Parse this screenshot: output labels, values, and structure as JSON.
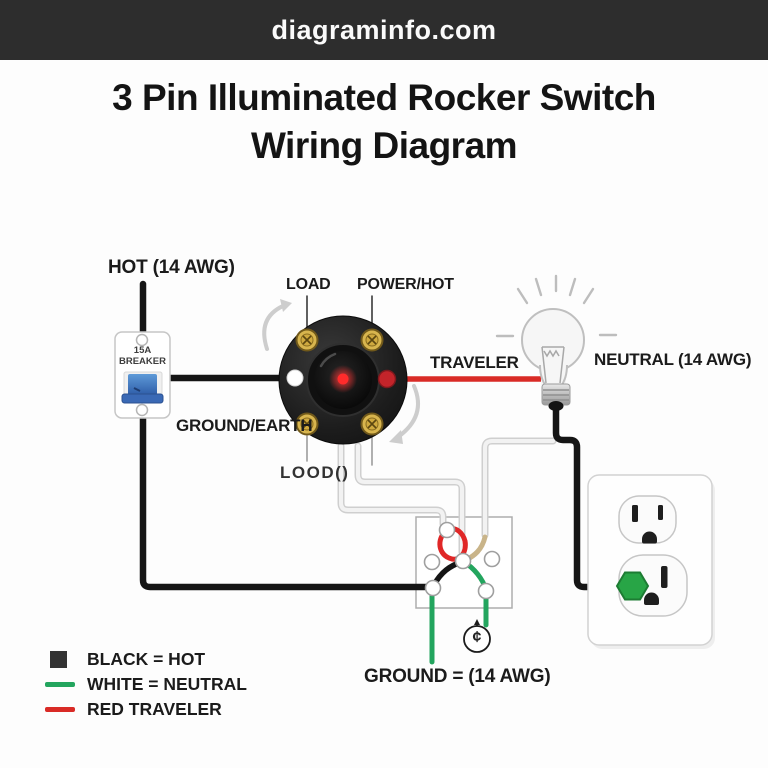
{
  "header": {
    "site": "diagraminfo.com"
  },
  "title": {
    "line1": "3 Pin Illuminated Rocker Switch",
    "line2": "Wiring Diagram"
  },
  "labels": {
    "hot": "HOT (14 AWG)",
    "load": "LOAD",
    "power_hot": "POWER/HOT",
    "ground_earth": "GROUND/EARTH",
    "load_garbled": "LOOD()",
    "traveler": "TRAVELER",
    "neutral": "NEUTRAL (14 AWG)",
    "ground_awg": "GROUND = (14 AWG)",
    "ground_symbol": "¢"
  },
  "breaker": {
    "line1": "15A",
    "line2": "BREAKER"
  },
  "legend": [
    {
      "swatch": "black-square",
      "color": "#333333",
      "label": "BLACK = HOT"
    },
    {
      "swatch": "green-line",
      "color": "#23a55e",
      "label": "WHITE = NEUTRAL"
    },
    {
      "swatch": "red-line",
      "color": "#d92b26",
      "label": "RED TRAVELER"
    }
  ],
  "colors": {
    "header_bg": "#2d2d2d",
    "hot_wire_black": "#151515",
    "traveler_wire_red": "#d92b26",
    "neutral_wire_green": "#23a55e",
    "ground_wire_tan": "#c9b489",
    "neutral_wire_white": "#e9e9e9",
    "brass_terminal": "#d8b54e",
    "led_red": "#ff2b2b",
    "hex_green": "#28a546",
    "breaker_blue": "#3a69b5"
  }
}
